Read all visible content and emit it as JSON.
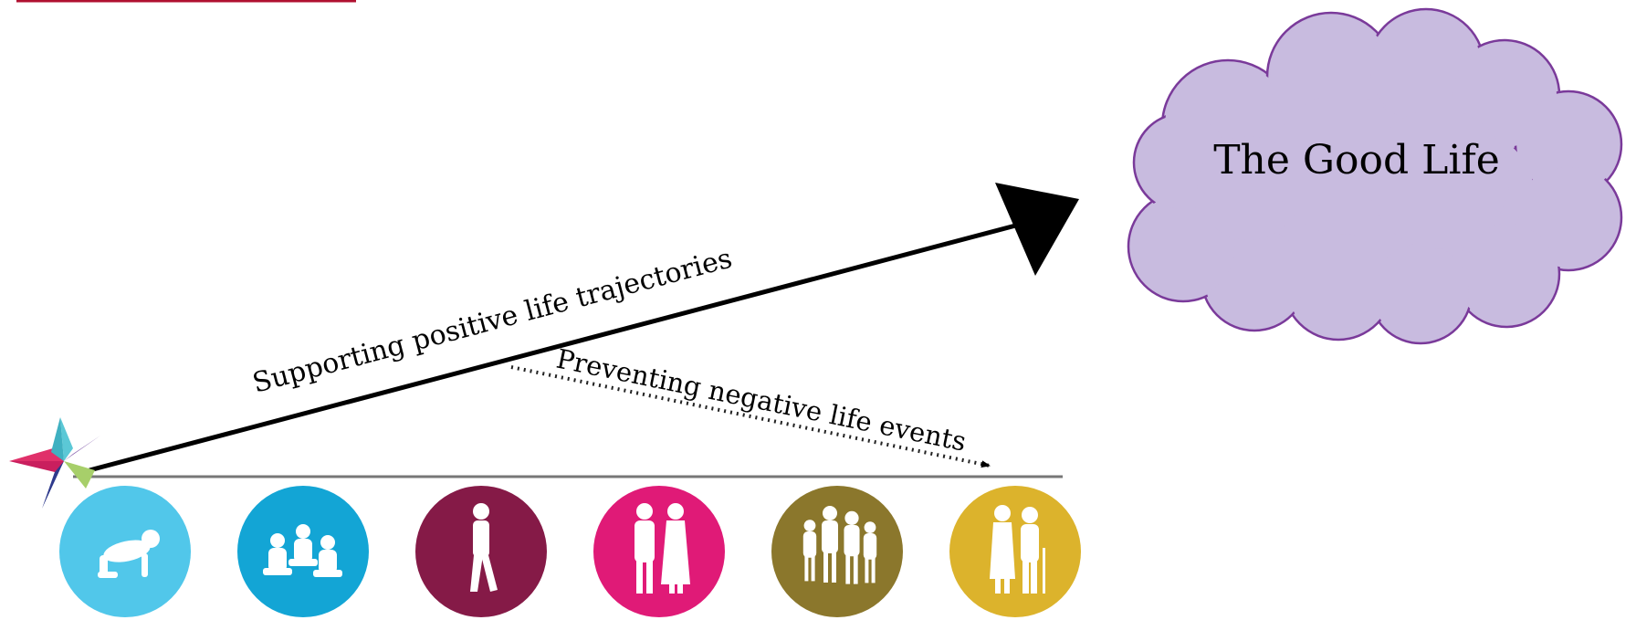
{
  "cloud": {
    "label": "The Good Life",
    "fill": "#c8bbdf",
    "stroke": "#7a3a9a"
  },
  "arrows": {
    "positive_label": "Supporting  positive life trajectories",
    "negative_label": "Preventing negative life events"
  },
  "colors": {
    "top_bar": "#b01030",
    "baseline": "#777777",
    "star": [
      "#5bc8d6",
      "#8a64b0",
      "#a7cf6a",
      "#2e3a8c",
      "#e0306a"
    ]
  },
  "life_stages": [
    {
      "icon": "crawling-baby-icon",
      "color": "#51c7ea"
    },
    {
      "icon": "seated-children-icon",
      "color": "#13a5d5"
    },
    {
      "icon": "walking-teen-icon",
      "color": "#851a47"
    },
    {
      "icon": "adult-couple-icon",
      "color": "#e01a77"
    },
    {
      "icon": "family-group-icon",
      "color": "#8b772c"
    },
    {
      "icon": "elderly-couple-icon",
      "color": "#dcb32c"
    }
  ]
}
